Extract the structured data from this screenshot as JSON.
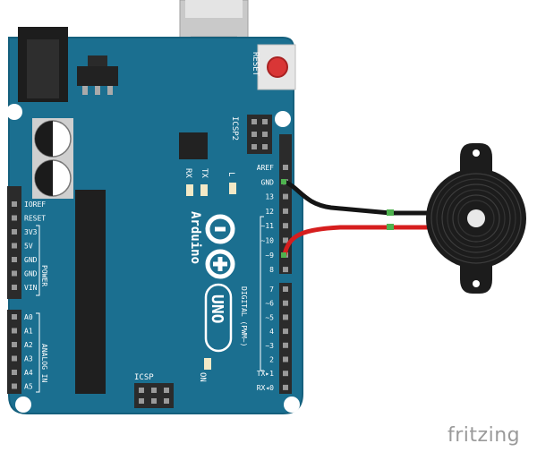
{
  "colors": {
    "board": "#1b6f90",
    "board_edge": "#15607d",
    "header": "#2b2b2b",
    "wire_black": "#151515",
    "wire_red": "#d61e1e",
    "wire_tip": "#4fb24f",
    "buzzer": "#1c1c1c",
    "reset_button": "#d93636"
  },
  "board": {
    "brand": "Arduino",
    "model": "UNO",
    "reset_label": "RESET",
    "icsp2_label": "ICSP2",
    "icsp_label": "ICSP",
    "tx_label": "TX",
    "rx_label": "RX",
    "l_label": "L",
    "on_label": "ON",
    "digital_label": "DIGITAL (PWM~)",
    "power_label": "POWER",
    "analog_label": "ANALOG IN",
    "left_power_pins": [
      "IOREF",
      "RESET",
      "3V3",
      "5V",
      "GND",
      "GND",
      "VIN"
    ],
    "left_analog_pins": [
      "A0",
      "A1",
      "A2",
      "A3",
      "A4",
      "A5"
    ],
    "right_upper_pins": [
      "AREF",
      "GND",
      "13",
      "12",
      "~11",
      "~10",
      "~9",
      "8"
    ],
    "right_lower_pins": [
      "7",
      "~6",
      "~5",
      "4",
      "~3",
      "2",
      "TX▸1",
      "RX◂0"
    ]
  },
  "watermark": "fritzing"
}
